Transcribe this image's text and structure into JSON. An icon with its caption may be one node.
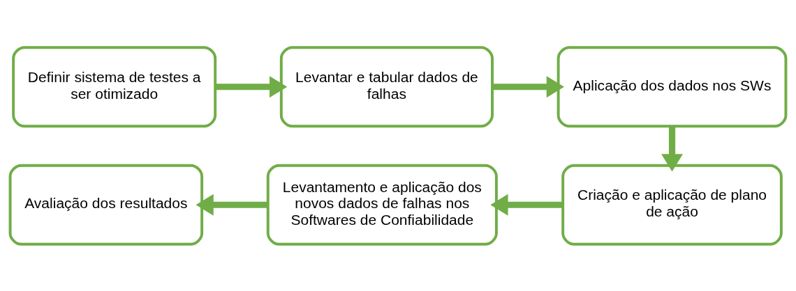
{
  "diagram": {
    "nodes": [
      {
        "text": [
          "Definir sistema de testes a ser otimizado"
        ]
      },
      {
        "text": [
          "Levantar e tabular dados de falhas"
        ]
      },
      {
        "text": [
          "Aplicação dos dados nos SWs"
        ]
      },
      {
        "text": [
          "Criação e aplicação de plano de ação"
        ]
      },
      {
        "text": [
          "Levantamento e aplicação dos novos dados de falhas nos Softwares de Confiabilidade"
        ]
      },
      {
        "text": [
          "Avaliação dos resultados"
        ]
      }
    ],
    "edges": [
      {
        "from": 0,
        "to": 1,
        "arrow": "to"
      },
      {
        "from": 1,
        "to": 2,
        "arrow": "to"
      },
      {
        "from": 2,
        "to": 3,
        "arrow": "to"
      },
      {
        "from": 3,
        "to": 4,
        "arrow": "to"
      },
      {
        "from": 4,
        "to": 5,
        "arrow": "to"
      }
    ]
  }
}
